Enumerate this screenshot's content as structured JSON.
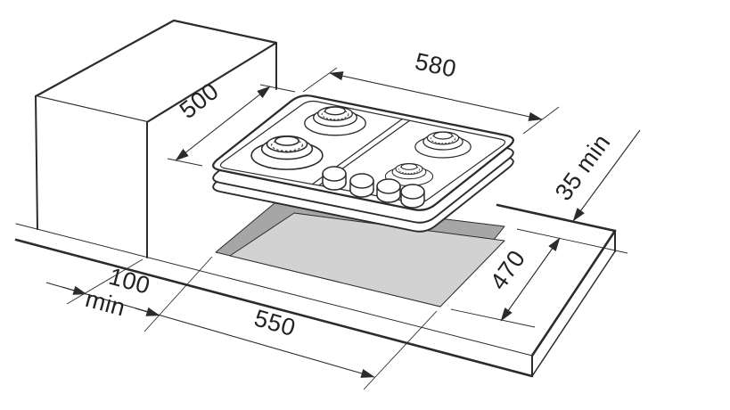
{
  "diagram": {
    "type": "hob-installation-drawing",
    "dimensions": {
      "hob_width": "580",
      "hob_depth": "500",
      "rear_clearance": "35 min",
      "cutout_depth": "470",
      "side_clearance_value": "100",
      "side_clearance_unit": "min",
      "cutout_width": "550"
    },
    "colors": {
      "line": "#2b2b2b",
      "cutout_floor": "#d2d2d2",
      "cutout_wall": "#a6a6a6",
      "background": "#ffffff"
    }
  }
}
